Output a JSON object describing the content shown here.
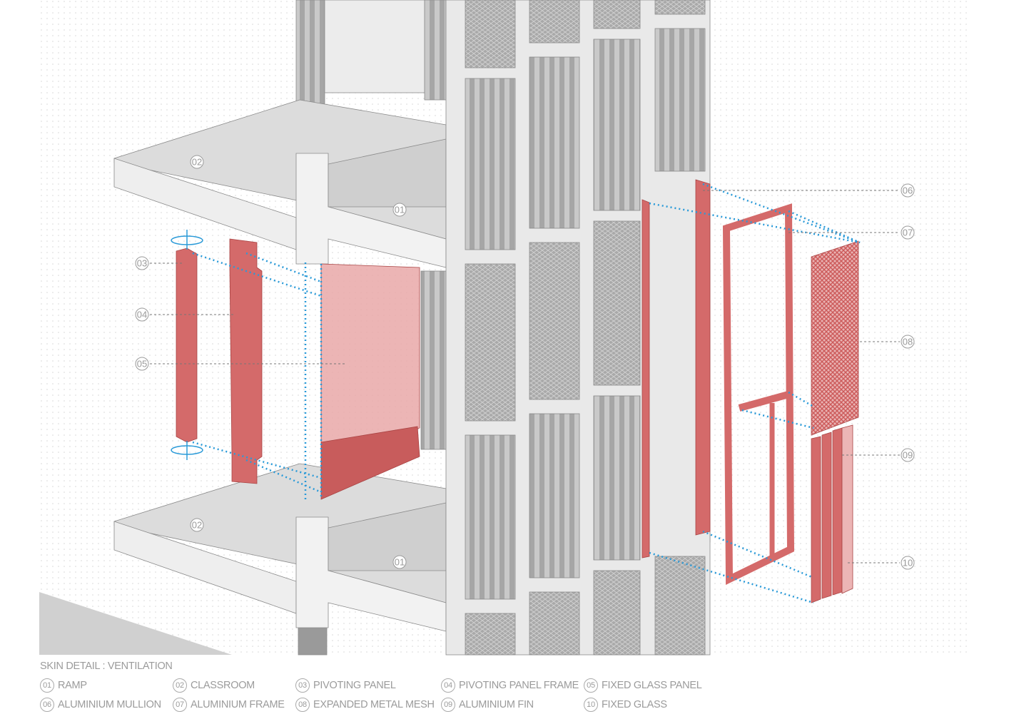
{
  "title": "SKIN DETAIL : VENTILATION",
  "callouts": {
    "c01a": "01",
    "c01b": "01",
    "c02a": "02",
    "c02b": "02",
    "c03": "03",
    "c04": "04",
    "c05": "05",
    "c06": "06",
    "c07": "07",
    "c08": "08",
    "c09": "09",
    "c10": "10"
  },
  "legend": [
    {
      "num": "01",
      "label": "RAMP"
    },
    {
      "num": "02",
      "label": "CLASSROOM"
    },
    {
      "num": "03",
      "label": "PIVOTING PANEL"
    },
    {
      "num": "04",
      "label": "PIVOTING PANEL FRAME"
    },
    {
      "num": "05",
      "label": "FIXED GLASS PANEL"
    },
    {
      "num": "06",
      "label": "ALUMINIUM MULLION"
    },
    {
      "num": "07",
      "label": "ALUMINIUM FRAME"
    },
    {
      "num": "08",
      "label": "EXPANDED METAL MESH"
    },
    {
      "num": "09",
      "label": "ALUMINIUM FIN"
    },
    {
      "num": "10",
      "label": "FIXED GLASS"
    }
  ],
  "colors": {
    "accent_red": "#d46a6a",
    "guide_blue": "#2a9ad8",
    "structure_gray": "#e4e4e4"
  }
}
